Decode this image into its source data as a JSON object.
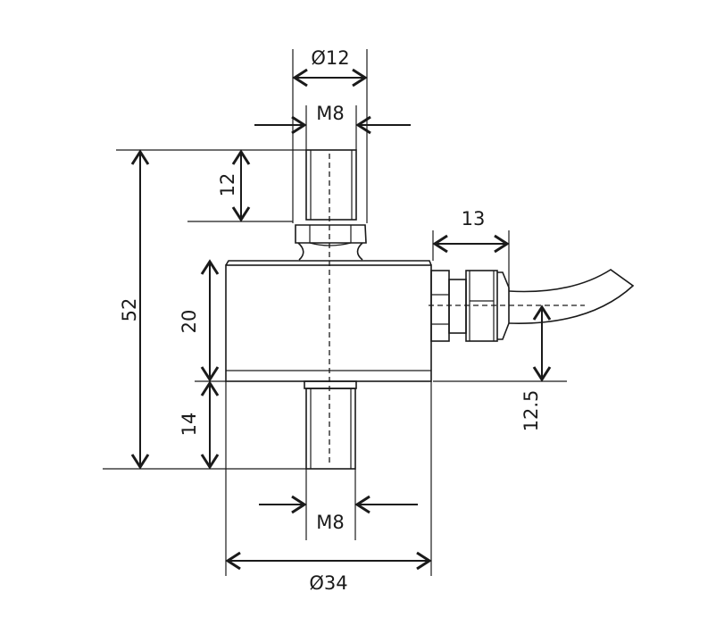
{
  "drawing": {
    "title": "Load cell dimensional drawing",
    "dimensions": {
      "top_diameter": "Ø12",
      "top_thread": "M8",
      "total_height": "52",
      "top_stud_length": "12",
      "body_height": "20",
      "bottom_stud_length": "14",
      "cable_height": "12.5",
      "connector_length": "13",
      "bottom_thread": "M8",
      "body_diameter": "Ø34"
    },
    "line_color": "#1a1a1a"
  }
}
